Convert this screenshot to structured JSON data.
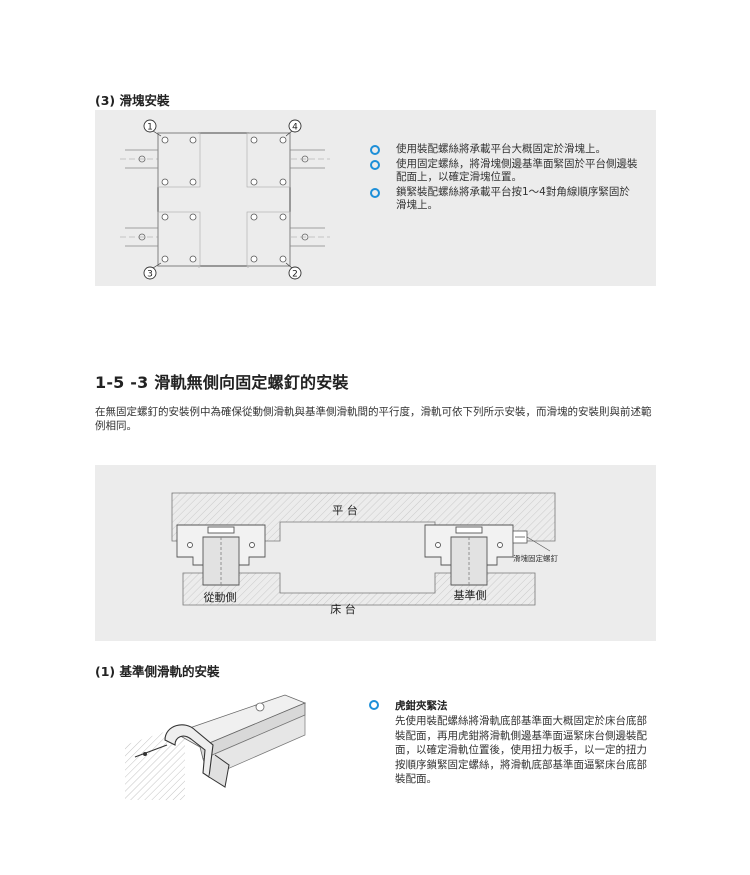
{
  "section3": {
    "heading": "(3) 滑塊安裝",
    "circle_labels": [
      "1",
      "4",
      "3",
      "2"
    ],
    "bullets": [
      "使用裝配螺絲將承載平台大概固定於滑塊上。",
      "使用固定螺絲，將滑塊側邊基準面緊固於平台側邊裝配面上，以確定滑塊位置。",
      "鎖緊裝配螺絲將承載平台按1～4對角線順序緊固於滑塊上。"
    ]
  },
  "section153": {
    "title": "1-5 -3 滑軌無側向固定螺釘的安裝",
    "paragraph": "在無固定螺釘的安裝例中為確保從動側滑軌與基準側滑軌間的平行度，滑軌可依下列所示安裝，而滑塊的安裝則與前述範例相同。",
    "diagram": {
      "platform_label": "平 台",
      "block_screw_label": "滑塊固定螺釘",
      "driven_side_label": "從動側",
      "reference_side_label": "基準側",
      "bed_label": "床 台"
    }
  },
  "section1": {
    "heading": "(1) 基準側滑軌的安裝",
    "vise_title": "虎鉗夾緊法",
    "vise_text": "先使用裝配螺絲將滑軌底部基準面大概固定於床台底部裝配面，再用虎鉗將滑軌側邊基準面逼緊床台側邊裝配面，以確定滑軌位置後，使用扭力板手，以一定的扭力按順序鎖緊固定螺絲，將滑軌底部基準面逼緊床台底部裝配面。"
  },
  "colors": {
    "accent": "#1d8fd8",
    "panel": "#ececec"
  }
}
